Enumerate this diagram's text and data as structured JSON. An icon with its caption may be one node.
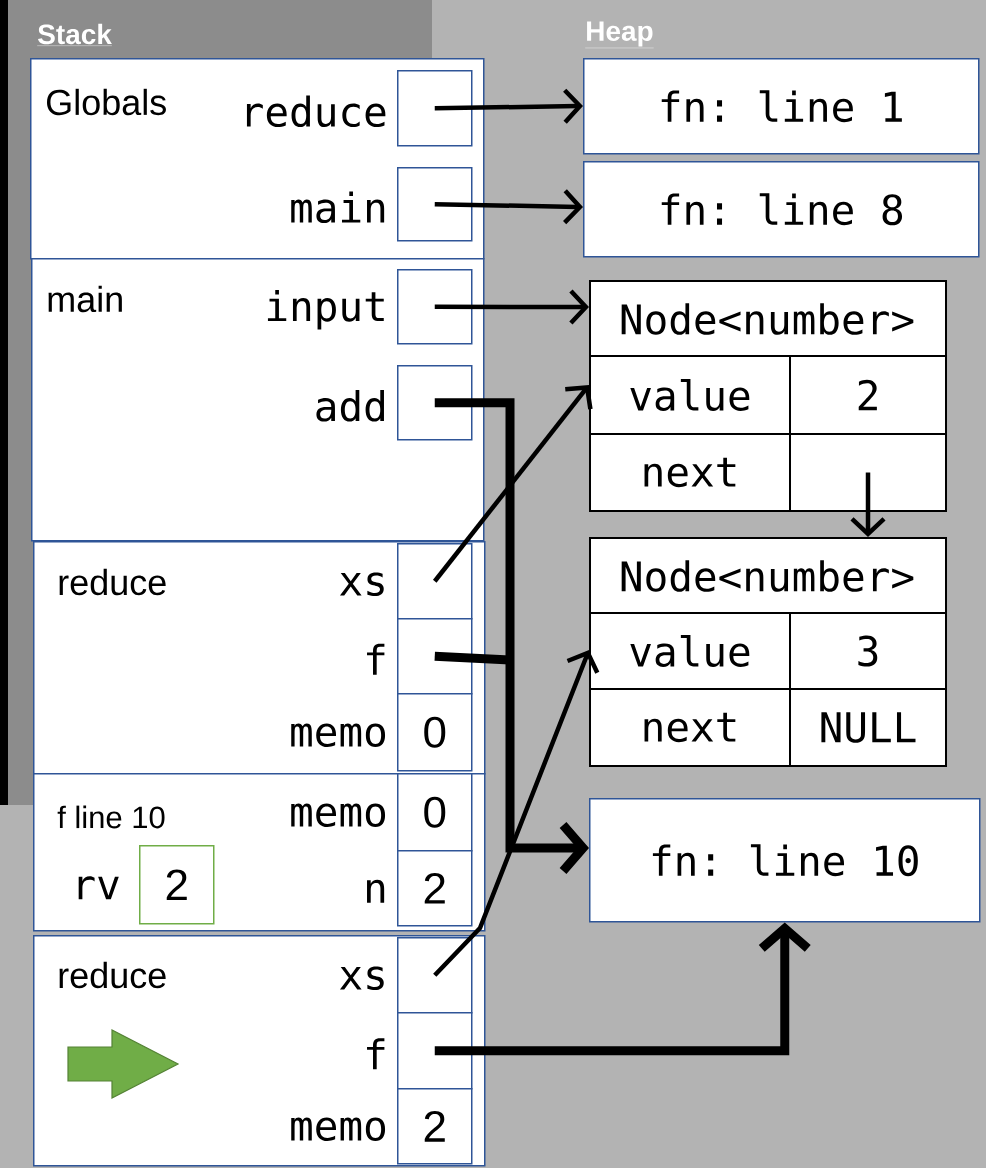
{
  "diagram": {
    "nodes": [
      {
        "text": [
          "Globals"
        ]
      },
      {
        "text": [],
        "shape": "box",
        "beside": [
          "reduce"
        ],
        "in": 0
      },
      {
        "text": [],
        "shape": "box",
        "beside": [
          "main"
        ],
        "in": 0
      },
      {
        "text": [
          "main"
        ]
      },
      {
        "text": [],
        "shape": "box",
        "beside": [
          "input"
        ],
        "in": 3
      },
      {
        "text": [],
        "shape": "box",
        "beside": [
          "add"
        ],
        "in": 3
      },
      {
        "text": [
          "reduce"
        ]
      },
      {
        "text": [],
        "shape": "box",
        "beside": [
          "xs"
        ],
        "in": 6
      },
      {
        "text": [],
        "shape": "box",
        "beside": [
          "f"
        ],
        "in": 6
      },
      {
        "text": [
          "0"
        ],
        "beside": [
          "memo"
        ],
        "in": 6
      },
      {
        "text": [
          "f line 10"
        ]
      },
      {
        "text": [
          "2"
        ],
        "beside": [
          "rv"
        ],
        "in": 10
      },
      {
        "text": [
          "0"
        ],
        "beside": [
          "memo"
        ],
        "in": 10
      },
      {
        "text": [
          "2"
        ],
        "beside": [
          "n"
        ],
        "in": 10
      },
      {
        "text": [
          "reduce"
        ]
      },
      {
        "text": [],
        "shape": "box",
        "beside": [
          "xs"
        ],
        "in": 14
      },
      {
        "text": [],
        "shape": "box",
        "beside": [
          "f"
        ],
        "in": 14
      },
      {
        "text": [
          "2"
        ],
        "beside": [
          "memo"
        ],
        "in": 14
      },
      {
        "text": [
          "fn: line 1"
        ]
      },
      {
        "text": [
          "fn: line 8"
        ]
      },
      {
        "text": [
          "Node<number>"
        ]
      },
      {
        "text": [
          "value"
        ]
      },
      {
        "text": [
          "2"
        ]
      },
      {
        "text": [
          "next"
        ]
      },
      {
        "text": [],
        "shape": "box"
      },
      {
        "text": [
          "Node<number>"
        ]
      },
      {
        "text": [
          "value"
        ]
      },
      {
        "text": [
          "3"
        ]
      },
      {
        "text": [
          "next"
        ]
      },
      {
        "text": [
          "NULL"
        ]
      },
      {
        "text": [
          "fn: line 10"
        ]
      }
    ],
    "edges": [
      {
        "from": 1,
        "to": 18,
        "arrow": "to"
      },
      {
        "from": 2,
        "to": 19,
        "arrow": "to"
      },
      {
        "from": 4,
        "to": 20,
        "arrow": "to"
      },
      {
        "from": 5,
        "to": 30,
        "arrow": "to",
        "style": "thick"
      },
      {
        "from": 7,
        "to": 21,
        "arrow": "to"
      },
      {
        "from": 8,
        "to": 30,
        "arrow": "to",
        "style": "thick"
      },
      {
        "from": 24,
        "to": 25,
        "arrow": "to"
      },
      {
        "from": 15,
        "to": 26,
        "arrow": "to"
      },
      {
        "from": 16,
        "to": 30,
        "arrow": "to",
        "style": "thick"
      }
    ],
    "labels": [
      "Stack",
      "Heap"
    ]
  }
}
